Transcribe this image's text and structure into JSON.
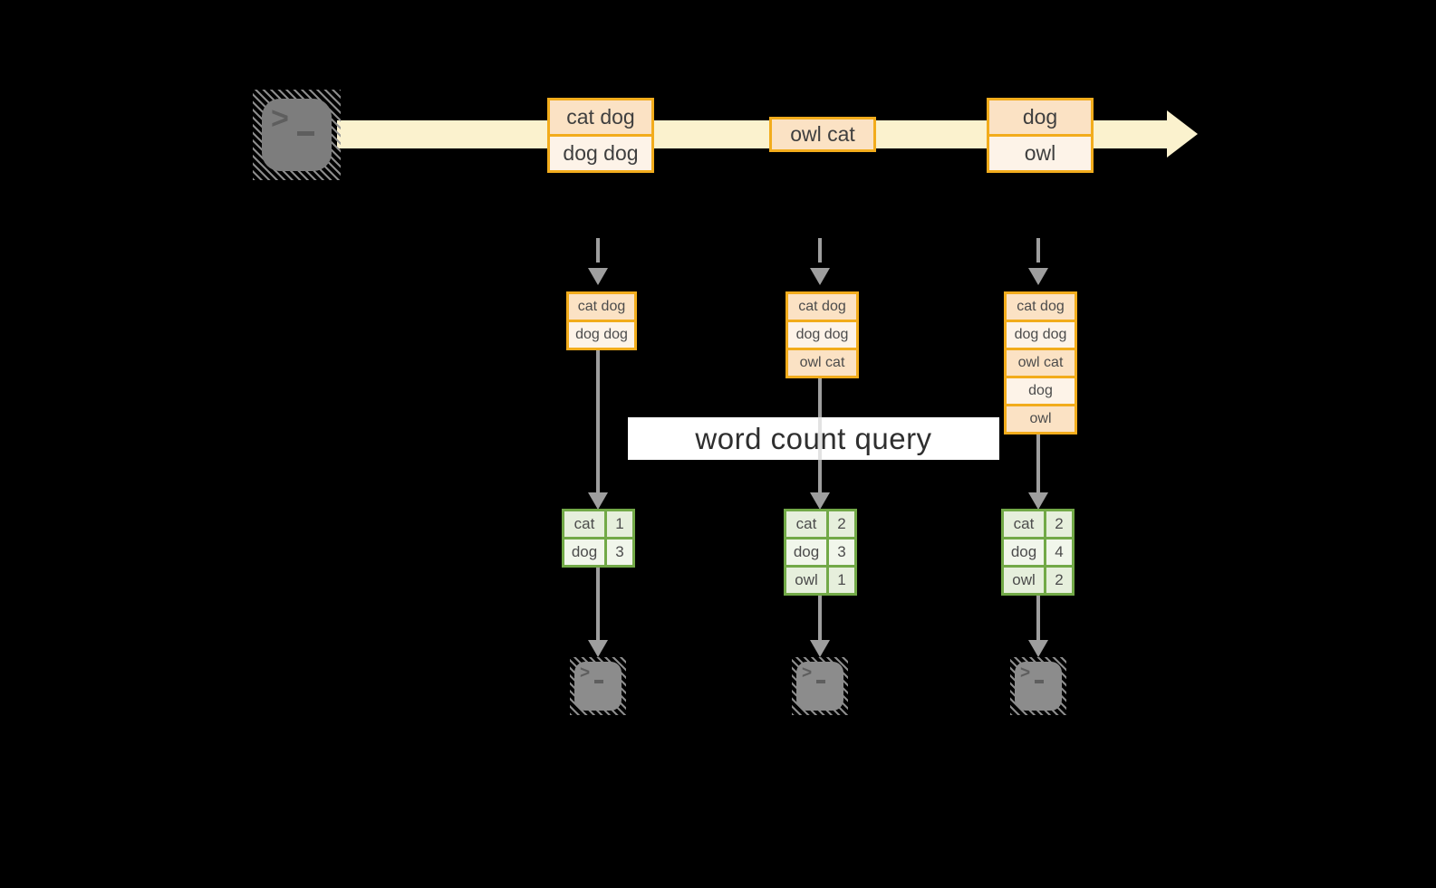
{
  "diagram": {
    "title": "word count query",
    "stream_batches": [
      {
        "lines": [
          "cat dog",
          "dog dog"
        ]
      },
      {
        "lines": [
          "owl cat"
        ]
      },
      {
        "lines": [
          "dog",
          "owl"
        ]
      }
    ],
    "columns": [
      {
        "input_lines": [
          "cat dog",
          "dog dog"
        ],
        "counts": [
          {
            "word": "cat",
            "count": "1"
          },
          {
            "word": "dog",
            "count": "3"
          }
        ]
      },
      {
        "input_lines": [
          "cat dog",
          "dog dog",
          "owl cat"
        ],
        "counts": [
          {
            "word": "cat",
            "count": "2"
          },
          {
            "word": "dog",
            "count": "3"
          },
          {
            "word": "owl",
            "count": "1"
          }
        ]
      },
      {
        "input_lines": [
          "cat dog",
          "dog dog",
          "owl cat",
          "dog",
          "owl"
        ],
        "counts": [
          {
            "word": "cat",
            "count": "2"
          },
          {
            "word": "dog",
            "count": "4"
          },
          {
            "word": "owl",
            "count": "2"
          }
        ]
      }
    ],
    "icons": {
      "source": "terminal-prompt-icon",
      "sinks": [
        "terminal-prompt-icon",
        "terminal-prompt-icon",
        "terminal-prompt-icon"
      ],
      "prompt_glyph": ">"
    },
    "colors": {
      "background": "#000000",
      "stream_band": "#FBF2CE",
      "box_border": "#F2AC1C",
      "box_fill_dark": "#FBE2C4",
      "box_fill_light": "#FDF3E8",
      "table_border": "#72A947",
      "table_fill_dark": "#E6EFDC",
      "table_fill_light": "#F1F6EB",
      "arrow_gray": "#9E9E9E",
      "terminal_gray": "#7D7D7D",
      "terminal_gray_small": "#8C8C8C",
      "query_box_bg": "#FFFFFF"
    }
  }
}
